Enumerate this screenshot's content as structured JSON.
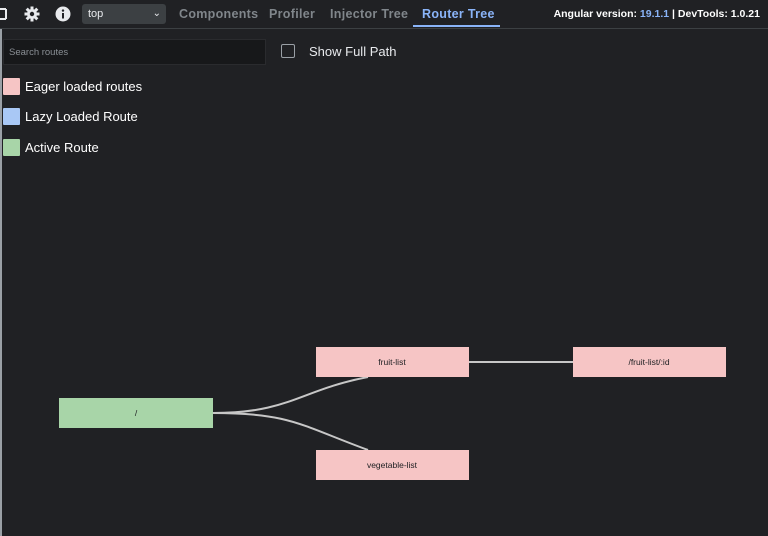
{
  "toolbar": {
    "frame_select_value": "top",
    "tabs": [
      {
        "label": "Components"
      },
      {
        "label": "Profiler"
      },
      {
        "label": "Injector Tree"
      },
      {
        "label": "Router Tree",
        "active": true
      }
    ],
    "version_prefix": "Angular version: ",
    "angular_version": "19.1.1",
    "version_separator": " | DevTools: ",
    "devtools_version": "1.0.21",
    "icons": [
      "settings-gear-icon",
      "info-icon"
    ]
  },
  "search": {
    "placeholder": "Search routes",
    "value": ""
  },
  "show_full_path": {
    "label": "Show Full Path",
    "checked": false
  },
  "legend": [
    {
      "label": "Eager loaded routes",
      "color": "#f6c5c5"
    },
    {
      "label": "Lazy Loaded Route",
      "color": "#a9c8f5"
    },
    {
      "label": "Active Route",
      "color": "#a8d5a8"
    }
  ],
  "colors": {
    "eager": "#f6c5c5",
    "lazy": "#a9c8f5",
    "active": "#a8d5a8",
    "link": "#c7c7c7",
    "accent": "#8ab4f8"
  },
  "router_tree": {
    "root": "/",
    "routes": [
      "fruit-list",
      "/fruit-list/:id",
      "vegetable-list"
    ]
  }
}
